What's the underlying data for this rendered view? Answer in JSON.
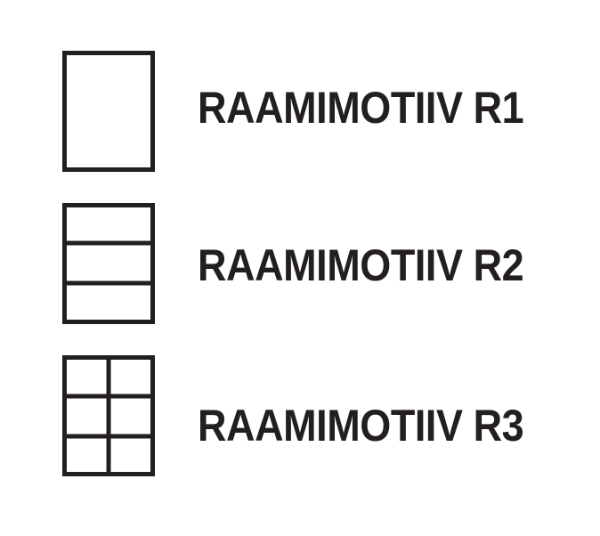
{
  "items": [
    {
      "label": "RAAMIMOTIIV R1",
      "icon": "single-frame-icon"
    },
    {
      "label": "RAAMIMOTIIV R2",
      "icon": "three-row-frame-icon"
    },
    {
      "label": "RAAMIMOTIIV R3",
      "icon": "six-cell-frame-icon"
    }
  ],
  "colors": {
    "stroke": "#231f20"
  }
}
